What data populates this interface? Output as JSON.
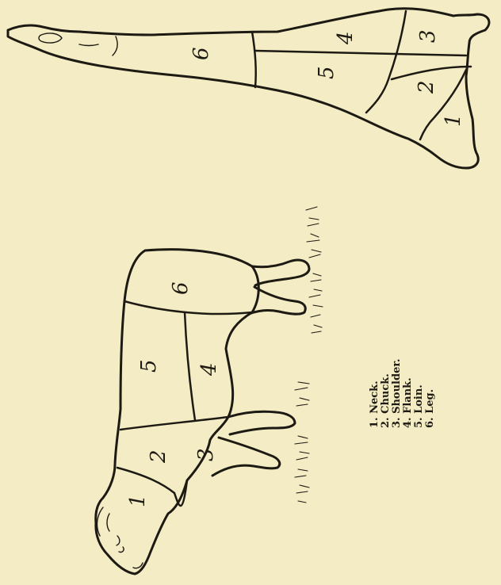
{
  "legend": [
    {
      "num": "1",
      "label": "1. Neck."
    },
    {
      "num": "2",
      "label": "2. Chuck."
    },
    {
      "num": "3",
      "label": "3. Shoulder."
    },
    {
      "num": "4",
      "label": "4. Flank."
    },
    {
      "num": "5",
      "label": "5. Loin."
    },
    {
      "num": "6",
      "label": "6. Leg."
    }
  ],
  "sheep": {
    "regions": [
      "1",
      "2",
      "3",
      "4",
      "5",
      "6"
    ]
  },
  "carcass": {
    "regions": [
      "6",
      "4",
      "3",
      "5",
      "2",
      "1"
    ]
  }
}
